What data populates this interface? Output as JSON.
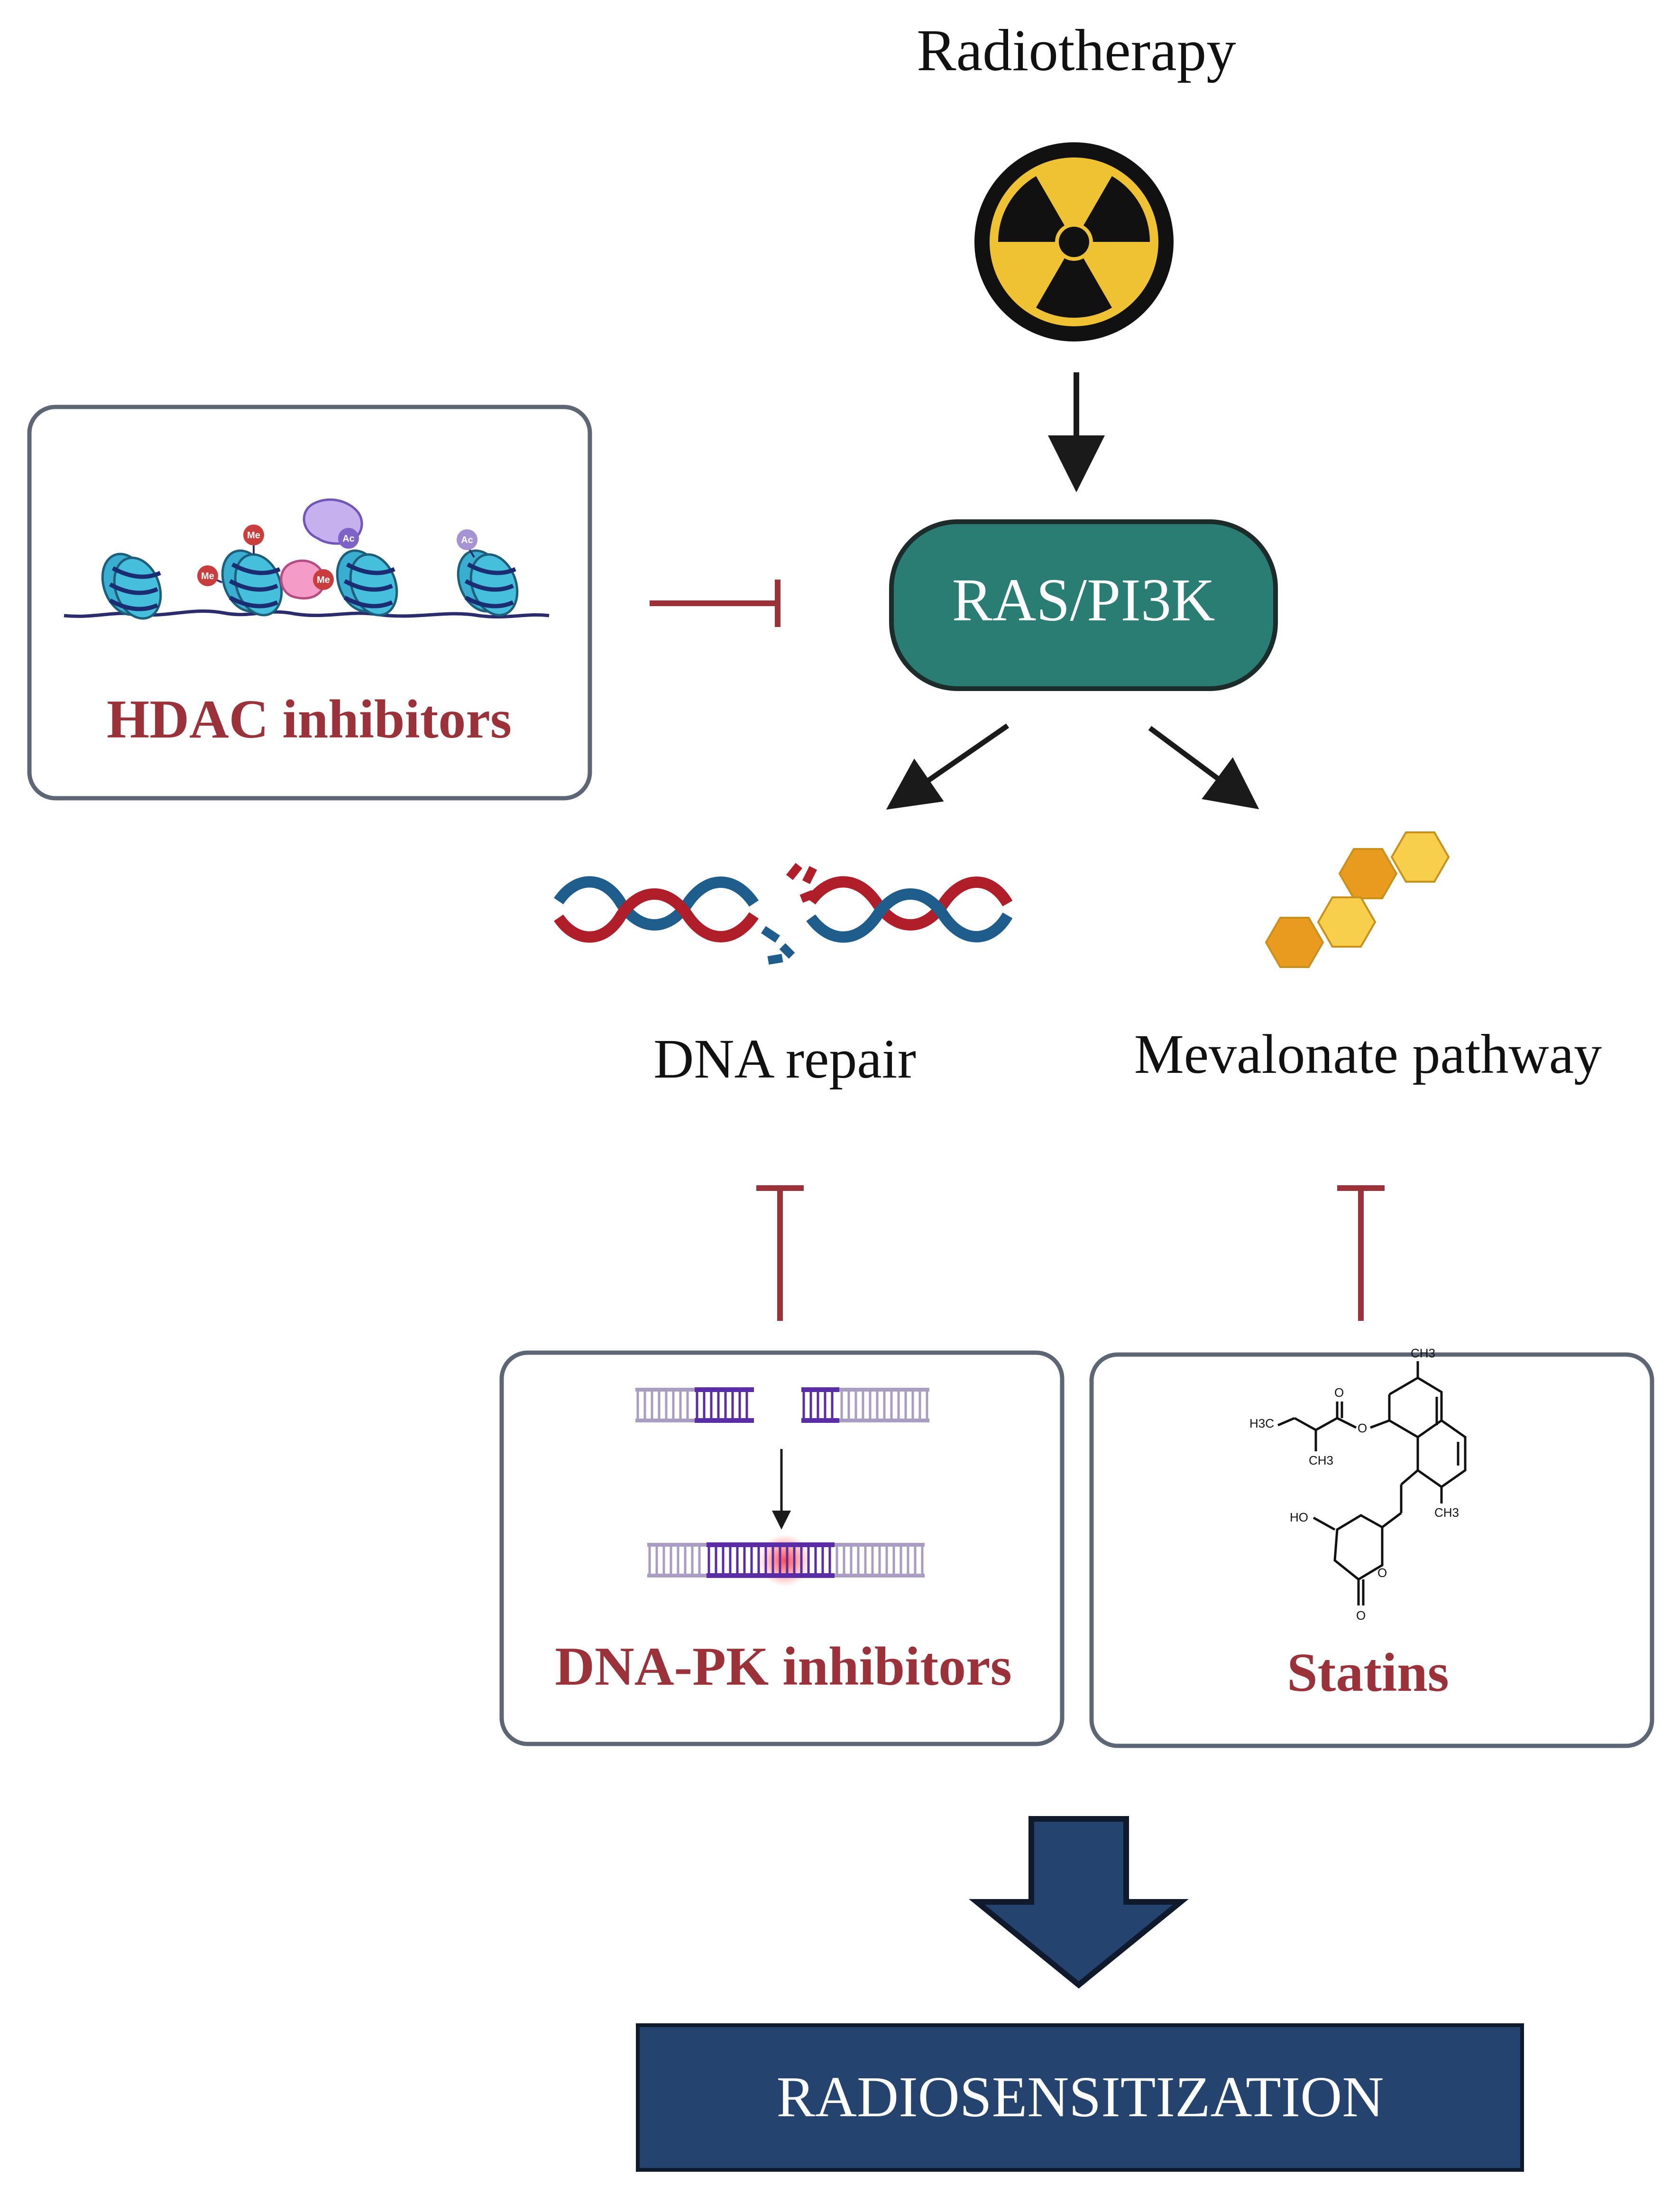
{
  "top": {
    "label": "Radiotherapy",
    "icon": "radiation-hazard-icon"
  },
  "center_node": {
    "label": "RAS/PI3K"
  },
  "branches": {
    "dna_repair": {
      "label": "DNA repair",
      "icon": "dna-double-helix-break-icon"
    },
    "mevalonate": {
      "label": "Mevalonate pathway",
      "icon": "hexagon-molecule-icon"
    }
  },
  "inhibitors": {
    "hdac": {
      "label": "HDAC inhibitors",
      "icon": "nucleosome-chromatin-icon",
      "marks": [
        "Me",
        "Me",
        "Ac",
        "Me",
        "Ac"
      ]
    },
    "dnapk": {
      "label": "DNA-PK inhibitors",
      "icon": "dna-ligation-icon"
    },
    "statins": {
      "label": "Statins",
      "icon": "statin-structure-icon",
      "atoms": [
        "CH3",
        "H3C",
        "O",
        "O",
        "CH3",
        "HO",
        "O",
        "O",
        "CH3"
      ]
    }
  },
  "outcome": {
    "label": "RADIOSENSITIZATION",
    "icon": "down-block-arrow-icon"
  },
  "colors": {
    "inhibition": "#9b3239",
    "node_fill": "#2a7d73",
    "outcome_fill": "#24446f",
    "radiation_yellow": "#eec232",
    "box_border": "#5d6674"
  }
}
